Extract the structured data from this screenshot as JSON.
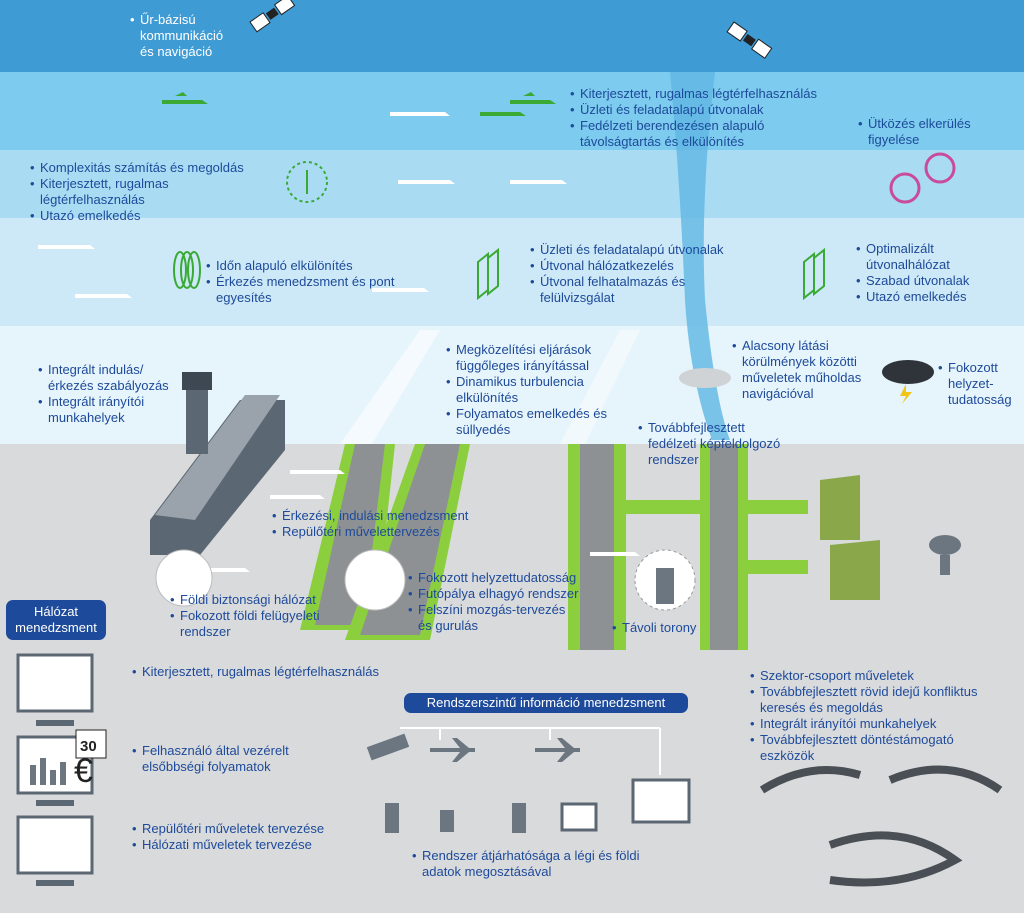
{
  "space": {
    "label_lines": [
      "Űr-bázisú",
      "kommunikáció",
      "és navigáció"
    ]
  },
  "upper_airspace": {
    "center_items": [
      "Kiterjesztett, rugalmas légtérfelhasználás",
      "Üzleti és feladatalapú útvonalak",
      "Fedélzeti berendezésen alapuló",
      "távolságtartás és elkülönítés"
    ],
    "right_items": [
      "Ütközés elkerülés",
      "figyelése"
    ]
  },
  "mid_airspace": {
    "left_items": [
      "Komplexitás számítás és megoldás",
      "Kiterjesztett, rugalmas",
      "légtérfelhasználás",
      "Utazó emelkedés"
    ]
  },
  "lower_airspace": {
    "col1": [
      "Időn alapuló elkülönítés",
      "Érkezés menedzsment és pont",
      "egyesítés"
    ],
    "col2": [
      "Üzleti és feladatalapú útvonalak",
      "Útvonal hálózatkezelés",
      "Útvonal felhatalmazás és",
      "felülvizsgálat"
    ],
    "col3": [
      "Optimalizált",
      "útvonalhálózat",
      "Szabad útvonalak",
      "Utazó emelkedés"
    ]
  },
  "terminal": {
    "left": [
      "Integrált indulás/",
      "érkezés szabályozás",
      "Integrált irányítói",
      "munkahelyek"
    ],
    "center": [
      "Megközelítési eljárások",
      "függőleges irányítással",
      "Dinamikus turbulencia",
      "elkülönítés",
      "Folyamatos emelkedés és",
      "süllyedés"
    ],
    "right": [
      "Alacsony látási",
      "körülmények közötti",
      "műveletek műholdas",
      "navigációval"
    ],
    "weather": [
      "Fokozott",
      "helyzet-",
      "tudatosság"
    ],
    "vision": [
      "Továbbfejlesztett",
      "fedélzeti képfeldolgozó",
      "rendszer"
    ]
  },
  "airport": {
    "arrivals": [
      "Érkezési, indulási menedzsment",
      "Repülőtéri művelettervezés"
    ],
    "ground": [
      "Földi biztonsági hálózat",
      "Fokozott földi felügyeleti",
      "rendszer"
    ],
    "runway": [
      "Fokozott helyzettudatosság",
      "Futópálya elhagyó rendszer",
      "Felszíni mozgás-tervezés",
      "és gurulás"
    ],
    "remote_tower": "Távoli torony"
  },
  "network": {
    "title_lines": [
      "Hálózat",
      "menedzsment"
    ],
    "item1": "Kiterjesztett, rugalmas légtérfelhasználás",
    "item2": [
      "Felhasználó által vezérelt",
      "elsőbbségi folyamatok"
    ],
    "item3": [
      "Repülőtéri műveletek tervezése",
      "Hálózati műveletek tervezése"
    ],
    "calendar_day": "30",
    "currency": "€"
  },
  "swim": {
    "title": "Rendszerszintű információ menedzsment",
    "caption_lines": [
      "Rendszer átjárhatósága a légi és földi",
      "adatok megosztásával"
    ]
  },
  "sector": {
    "items": [
      "Szektor-csoport műveletek",
      "Továbbfejlesztett rövid idejű konfliktus",
      "keresés és megoldás",
      "Integrált irányítói munkahelyek",
      "Továbbfejlesztett döntéstámogató",
      "eszközök"
    ]
  },
  "colors": {
    "sky_top": "#3f9bd3",
    "sky_2": "#7dcbee",
    "sky_3": "#a9dcf3",
    "sky_4": "#cde9f7",
    "sky_5": "#e6f4fb",
    "ground": "#d9dadb",
    "green": "#3aaa35",
    "grass": "#8ccf3e",
    "navy": "#1d4a9a"
  }
}
